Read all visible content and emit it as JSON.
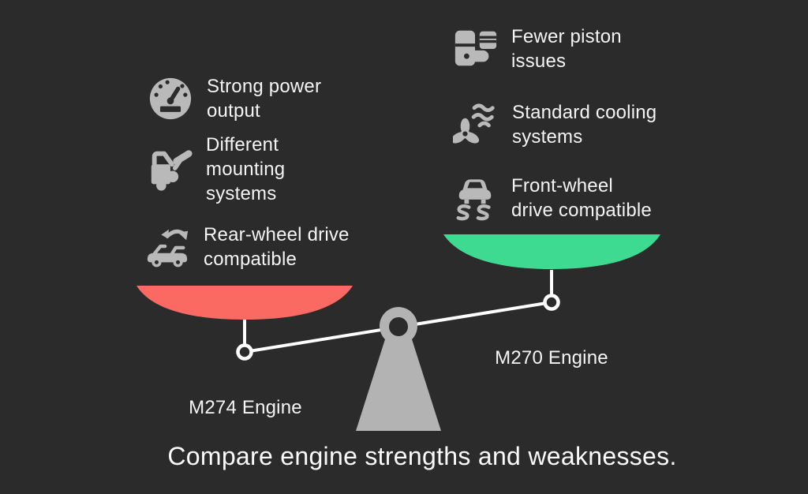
{
  "caption": "Compare engine strengths and weaknesses.",
  "left": {
    "engine_label": "M274 Engine",
    "pan_color": "#fa6a63",
    "items": [
      {
        "icon": "speedometer-icon",
        "label": "Strong power\noutput"
      },
      {
        "icon": "engine-mount-icon",
        "label": "Different\nmounting\nsystems"
      },
      {
        "icon": "rear-wheel-drive-car-icon",
        "label": "Rear-wheel drive\ncompatible"
      }
    ]
  },
  "right": {
    "engine_label": "M270 Engine",
    "pan_color": "#3fda92",
    "items": [
      {
        "icon": "piston-icon",
        "label": "Fewer piston\nissues"
      },
      {
        "icon": "cooling-fan-icon",
        "label": "Standard cooling\nsystems"
      },
      {
        "icon": "traction-control-car-icon",
        "label": "Front-wheel\ndrive compatible"
      }
    ]
  },
  "colors": {
    "background": "#2b2b2b",
    "icon_gray": "#b9b9b9",
    "fulcrum_gray": "#b3b3b3",
    "beam_white": "#ffffff",
    "text_white": "#f4f4f4"
  }
}
